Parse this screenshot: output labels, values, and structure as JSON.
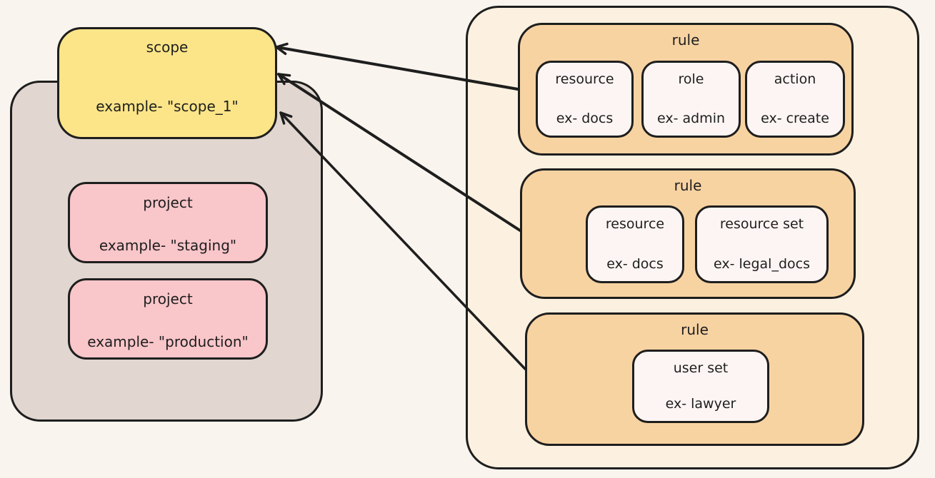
{
  "diagram": {
    "type": "hand-drawn-diagram",
    "scope_group": {
      "scope": {
        "title": "scope",
        "example": "example- \"scope_1\""
      },
      "projects": [
        {
          "title": "project",
          "example": "example- \"staging\""
        },
        {
          "title": "project",
          "example": "example- \"production\""
        }
      ]
    },
    "rules_group": {
      "rules": [
        {
          "title": "rule",
          "items": [
            {
              "title": "resource",
              "example": "ex- docs"
            },
            {
              "title": "role",
              "example": "ex- admin"
            },
            {
              "title": "action",
              "example": "ex- create"
            }
          ]
        },
        {
          "title": "rule",
          "items": [
            {
              "title": "resource",
              "example": "ex- docs"
            },
            {
              "title": "resource set",
              "example": "ex- legal_docs"
            }
          ]
        },
        {
          "title": "rule",
          "items": [
            {
              "title": "user set",
              "example": "ex- lawyer"
            }
          ]
        }
      ]
    },
    "arrows": [
      {
        "from": "rule-1",
        "to": "scope"
      },
      {
        "from": "rule-2",
        "to": "scope"
      },
      {
        "from": "rule-3",
        "to": "scope"
      }
    ],
    "colors": {
      "background": "#faf4ee",
      "container_gray": "#e1d7d0",
      "container_cream": "#fcf1e0",
      "scope_yellow": "#fbe588",
      "project_pink": "#f9c6ca",
      "rule_orange": "#f8d3a2",
      "item_white": "#fdf5f3",
      "stroke": "#1e1e1e"
    }
  }
}
